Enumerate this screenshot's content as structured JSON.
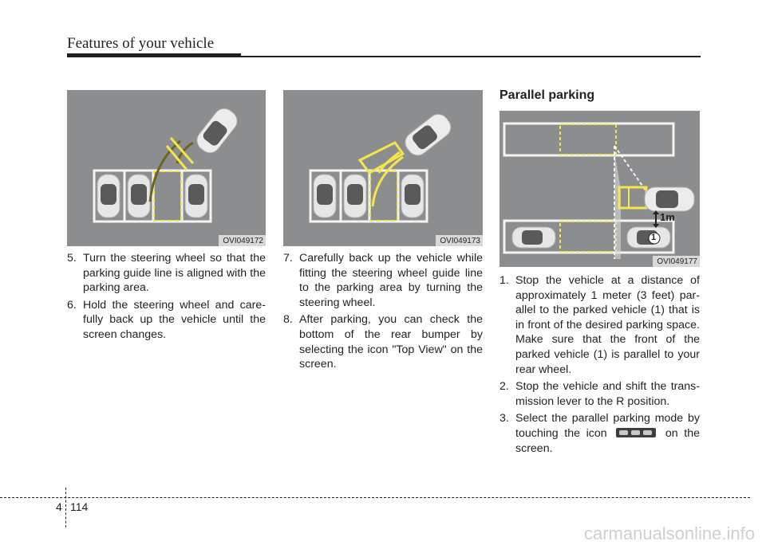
{
  "header": {
    "title": "Features of your vehicle"
  },
  "figures": {
    "fig1": {
      "code": "OVI049172"
    },
    "fig2": {
      "code": "OVI049173"
    },
    "fig3": {
      "code": "OVI049177",
      "distance_label": "1m",
      "vehicle_marker": "1"
    }
  },
  "column1": {
    "steps": [
      {
        "num": "5.",
        "text": "Turn the steering wheel so that the parking guide line is aligned with the parking area."
      },
      {
        "num": "6.",
        "text": "Hold the steering wheel and care-fully back up the vehicle until the screen changes."
      }
    ]
  },
  "column2": {
    "steps": [
      {
        "num": "7.",
        "text": "Carefully back up the vehicle while fitting the steering wheel guide line to the parking area by turning the steering wheel."
      },
      {
        "num": "8.",
        "text": "After parking, you can check the bottom of the rear bumper by selecting the icon \"Top View\" on the screen."
      }
    ]
  },
  "column3": {
    "section_title": "Parallel parking",
    "steps": [
      {
        "num": "1.",
        "text": "Stop the vehicle at a distance of approximately 1 meter (3 feet) par-allel to the parked vehicle (1) that is in front of the desired parking space. Make sure that the front of the parked vehicle (1) is parallel to your rear wheel."
      },
      {
        "num": "2.",
        "text": "Stop the vehicle and shift the trans-mission lever to the R position."
      },
      {
        "num": "3.",
        "text_before": "Select the parallel parking mode by touching the icon",
        "text_after": "on the screen."
      }
    ],
    "icon_name": "parallel-parking-mode-icon"
  },
  "footer": {
    "chapter": "4",
    "page": "114",
    "watermark": "carmanualsonline.info"
  },
  "colors": {
    "figure_bg": "#8c8d8f",
    "guide_yellow": "#f2e64a",
    "guide_dark": "#6b6420",
    "lot_white": "#f4f4f4"
  }
}
